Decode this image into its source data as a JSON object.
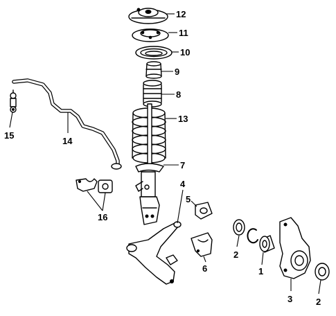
{
  "callouts": {
    "c1": "1",
    "c2a": "2",
    "c2b": "2",
    "c3": "3",
    "c4": "4",
    "c5": "5",
    "c6": "6",
    "c7": "7",
    "c8": "8",
    "c9": "9",
    "c10": "10",
    "c11": "11",
    "c12": "12",
    "c13": "13",
    "c14": "14",
    "c15": "15",
    "c16": "16"
  },
  "colors": {
    "ink": "#000000",
    "paper": "#ffffff"
  }
}
